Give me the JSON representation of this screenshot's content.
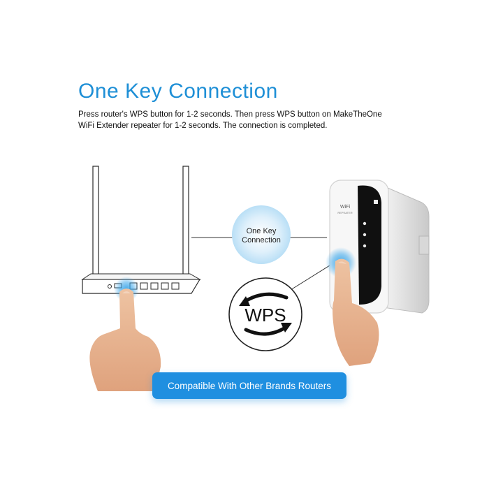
{
  "headline": "One Key Connection",
  "description": {
    "line1": "Press router's WPS button for 1-2 seconds. Then press WPS button on MakeTheOne",
    "line2": "WiFi Extender repeater for 1-2 seconds. The connection is completed."
  },
  "connection_bubble": {
    "line1": "One Key",
    "line2": "Connection"
  },
  "wps_badge": "WPS",
  "extender_label": {
    "line1": "WiFi",
    "line2": "REPEATER"
  },
  "compat_badge": "Compatible With Other Brands Routers",
  "colors": {
    "accent_blue": "#1e8fd6",
    "button_blue": "#1f8fe0",
    "skin": "#e8b894"
  }
}
